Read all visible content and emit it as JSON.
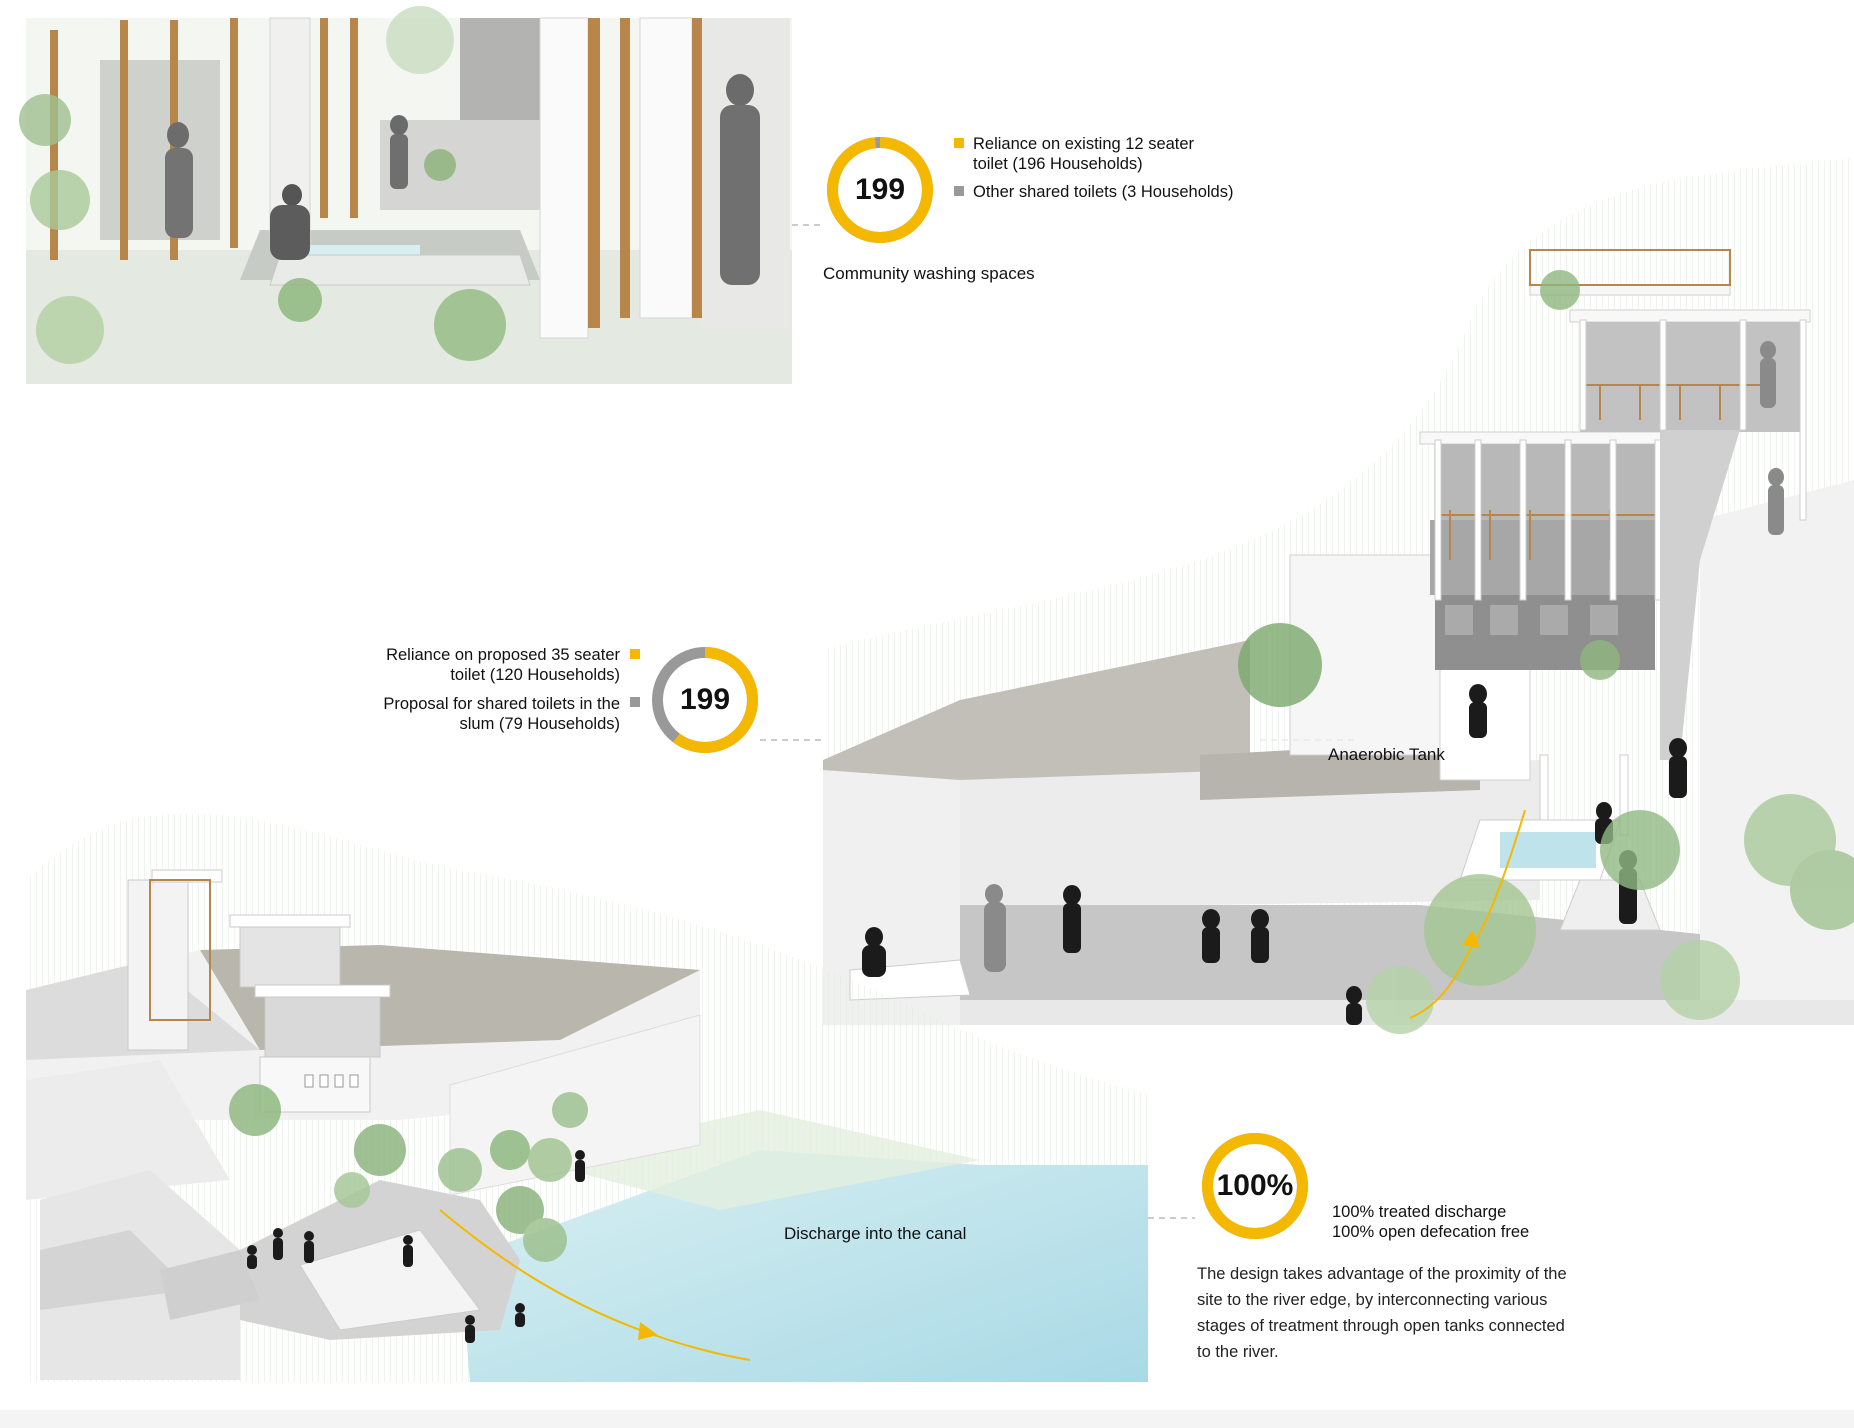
{
  "colors": {
    "accent": "#f5b800",
    "secondary": "#999999",
    "wall": "#ececec",
    "roof": "#b9b7ae",
    "ground": "#c9c9c9",
    "water": "#bfe3ea",
    "timber": "#b8864a"
  },
  "panel1": {
    "donut": {
      "value": "199",
      "segments": [
        196,
        3
      ]
    },
    "legend": [
      {
        "label_line1": "Reliance on existing 12 seater",
        "label_line2": "toilet (196 Households)",
        "color": "#f5b800"
      },
      {
        "label_line1": "Other shared toilets (3 Households)",
        "label_line2": "",
        "color": "#999999"
      }
    ],
    "caption": "Community washing spaces"
  },
  "panel2": {
    "donut": {
      "value": "199",
      "segments": [
        120,
        79
      ]
    },
    "legend": [
      {
        "label_line1": "Reliance on proposed 35 seater",
        "label_line2": "toilet (120 Households)",
        "color": "#f5b800"
      },
      {
        "label_line1": "Proposal for shared toilets in the",
        "label_line2": "slum (79 Households)",
        "color": "#999999"
      }
    ],
    "caption": "Anaerobic Tank"
  },
  "panel3": {
    "donut": {
      "value": "100%",
      "segments": [
        100,
        0
      ]
    },
    "stats": [
      "100% treated discharge",
      "100% open defecation free"
    ],
    "caption": "Discharge into the canal",
    "paragraph_lines": [
      "The design takes advantage of the proximity of the",
      "site to the river edge, by interconnecting various",
      "stages of treatment through open tanks connected",
      "to the river."
    ]
  }
}
